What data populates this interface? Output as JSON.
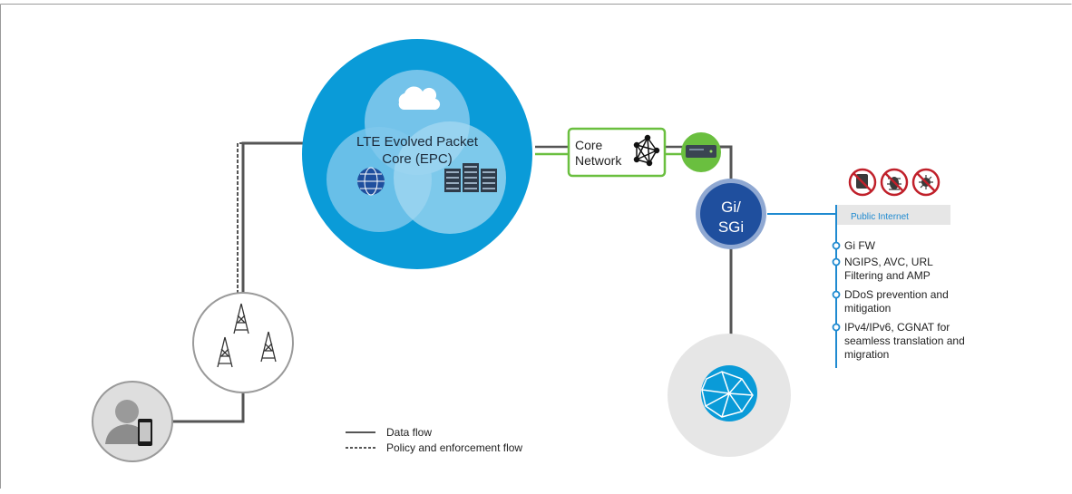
{
  "epc": {
    "title_line1": "LTE Evolved Packet",
    "title_line2": "Core (EPC)"
  },
  "core_network": {
    "line1": "Core",
    "line2": "Network"
  },
  "gi": {
    "line1": "Gi/",
    "line2": "SGi"
  },
  "public_internet": {
    "label": "Public Internet"
  },
  "features": [
    "Gi FW",
    "NGIPS, AVC, URL",
    "Filtering and AMP",
    "DDoS prevention and",
    "mitigation",
    "IPv4/IPv6, CGNAT for",
    "seamless translation and",
    "migration"
  ],
  "legend": {
    "data_flow": "Data flow",
    "policy_flow": "Policy and enforcement flow"
  },
  "colors": {
    "epc_blue": "#0a9bd8",
    "gi_dark_blue": "#1f4f9e",
    "accent_line": "#1f8ad0",
    "core_green": "#6abf3f",
    "line_gray": "#555555",
    "block_red": "#c0202a"
  }
}
